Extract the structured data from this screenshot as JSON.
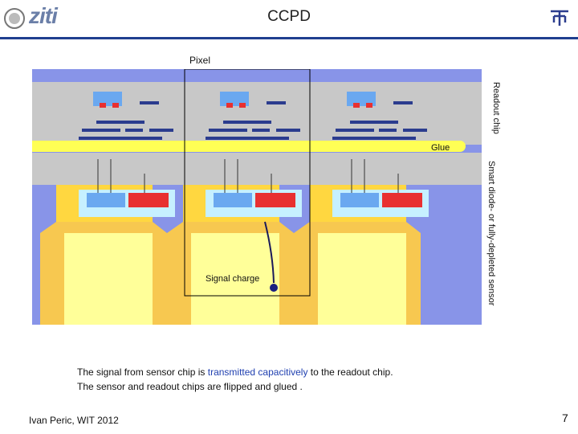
{
  "header": {
    "title": "CCPD",
    "logo_text": "ziti"
  },
  "diagram": {
    "pixel_label": "Pixel",
    "glue_label": "Glue",
    "readout_label": "Readout chip",
    "sensor_label": "Smart diode- or fully-depleted sensor",
    "signal_label": "Signal charge",
    "colors": {
      "readout": "#c8c8c8",
      "glue": "#ffff55",
      "sensor": "#f5e07a",
      "depletion": "#ffff99",
      "well": "#ffd740",
      "nwell_blue": "#6aa8f0",
      "diode_red": "#e83030",
      "metal": "#2b3c8e"
    }
  },
  "caption": {
    "line1_a": "The signal from sensor chip is ",
    "line1_b": "transmitted capacitively",
    "line1_c": " to the readout chip.",
    "line2": "The sensor and readout chips are flipped and glued ."
  },
  "footer": {
    "author": "Ivan Peric, WIT 2012",
    "page": "7"
  }
}
